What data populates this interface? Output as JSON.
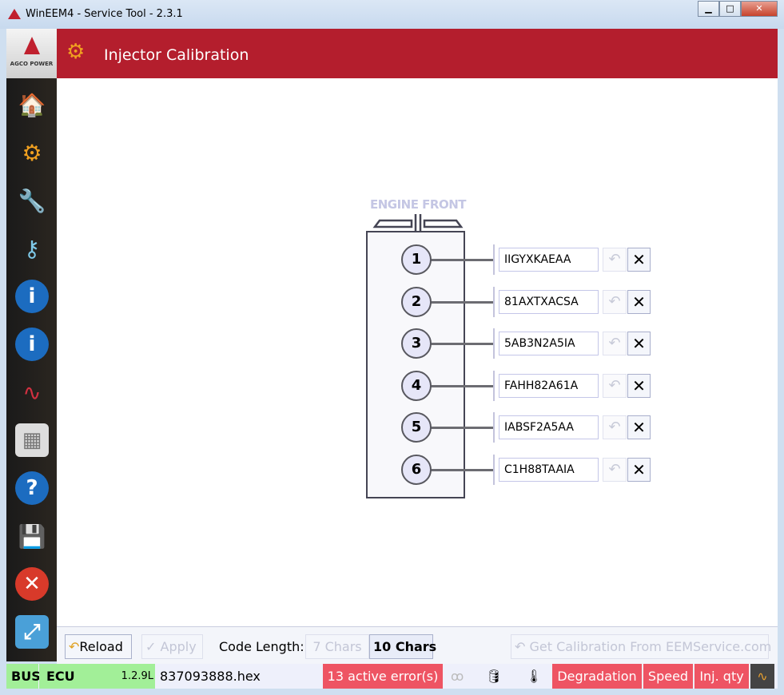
{
  "window": {
    "title": "WinEEM4 - Service Tool - 2.3.1",
    "minimize": "▁",
    "maximize": "□",
    "close": "✕"
  },
  "brand": {
    "name": "AGCO POWER"
  },
  "sidebar": {
    "items": [
      {
        "icon": "home-icon",
        "glyph": "🏠"
      },
      {
        "icon": "gears-icon",
        "glyph": "⚙"
      },
      {
        "icon": "tools-icon",
        "glyph": "🔧"
      },
      {
        "icon": "key-icon",
        "glyph": "⚷"
      },
      {
        "icon": "info-icon",
        "glyph": "i"
      },
      {
        "icon": "info-settings-icon",
        "glyph": "i"
      },
      {
        "icon": "signal-wave-icon",
        "glyph": "∿"
      },
      {
        "icon": "memory-icon",
        "glyph": "▦"
      },
      {
        "icon": "help-icon",
        "glyph": "?"
      },
      {
        "icon": "save-icon",
        "glyph": "💾"
      },
      {
        "icon": "exit-icon",
        "glyph": "✕"
      },
      {
        "icon": "fullscreen-icon",
        "glyph": "⤢"
      }
    ]
  },
  "header": {
    "title": "Injector Calibration"
  },
  "engine": {
    "label": "ENGINE FRONT",
    "injectors": [
      {
        "num": "1",
        "code": "IIGYXKAEAA"
      },
      {
        "num": "2",
        "code": "81AXTXACSA"
      },
      {
        "num": "3",
        "code": "5AB3N2A5IA"
      },
      {
        "num": "4",
        "code": "FAHH82A61A"
      },
      {
        "num": "5",
        "code": "IABSF2A5AA"
      },
      {
        "num": "6",
        "code": "C1H88TAAIA"
      }
    ],
    "undo_glyph": "↶",
    "clear_glyph": "✕"
  },
  "toolbar": {
    "reload": "Reload",
    "apply": "Apply",
    "code_length_label": "Code Length:",
    "chars7": "7 Chars",
    "chars10": "10 Chars",
    "get_calibration": "Get Calibration From EEMService.com"
  },
  "status": {
    "bus": "BUS",
    "ecu": "ECU",
    "version": "1.2.9L",
    "file": "837093888.hex",
    "errors": "13 active error(s)",
    "degradation": "Degradation",
    "speed": "Speed",
    "inj_qty": "Inj. qty"
  },
  "colors": {
    "header": "#b41e2d",
    "error": "#ee5463",
    "ok": "#a2ef98"
  }
}
